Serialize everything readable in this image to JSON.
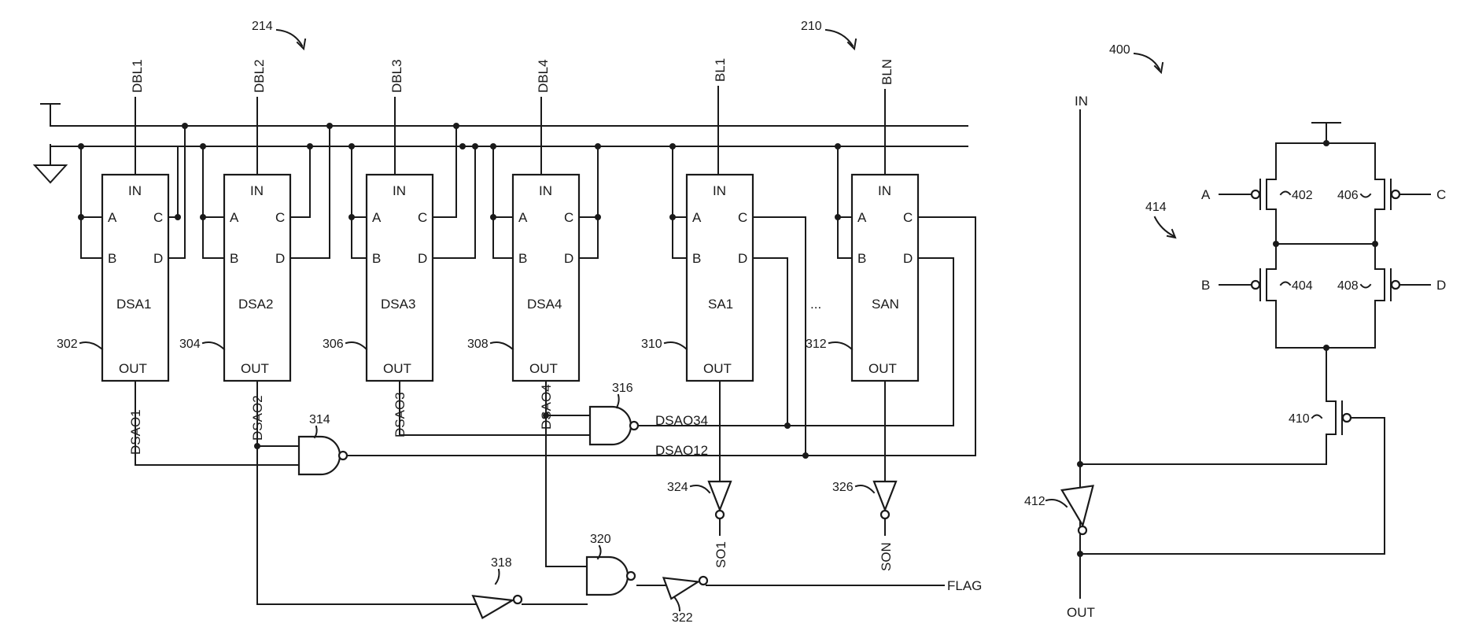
{
  "figure_refs": {
    "array": "214",
    "bitlines": "210",
    "circuit": "400",
    "stack": "414"
  },
  "bitlines": [
    "DBL1",
    "DBL2",
    "DBL3",
    "DBL4",
    "BL1",
    "BLN"
  ],
  "amps": [
    {
      "name": "DSA1",
      "ref": "302",
      "out": "DSAO1"
    },
    {
      "name": "DSA2",
      "ref": "304",
      "out": "DSAO2"
    },
    {
      "name": "DSA3",
      "ref": "306",
      "out": "DSAO3"
    },
    {
      "name": "DSA4",
      "ref": "308",
      "out": "DSAO4"
    },
    {
      "name": "SA1",
      "ref": "310",
      "out": ""
    },
    {
      "name": "SAN",
      "ref": "312",
      "out": ""
    }
  ],
  "pins": {
    "in": "IN",
    "a": "A",
    "b": "B",
    "c": "C",
    "d": "D",
    "out": "OUT"
  },
  "ellipsis": "...",
  "gates": {
    "nand_314": "314",
    "nand_316": "316",
    "inv_318": "318",
    "nand_320": "320",
    "inv_322": "322",
    "inv_324": "324",
    "inv_326": "326"
  },
  "signals": {
    "dsao34": "DSAO34",
    "dsao12": "DSAO12",
    "so1": "SO1",
    "son": "SON",
    "flag": "FLAG"
  },
  "circuit": {
    "in": "IN",
    "out": "OUT",
    "inputs": {
      "a": "A",
      "b": "B",
      "c": "C",
      "d": "D"
    },
    "transistors": {
      "t402": "402",
      "t404": "404",
      "t406": "406",
      "t408": "408",
      "t410": "410"
    },
    "inverter": "412"
  }
}
